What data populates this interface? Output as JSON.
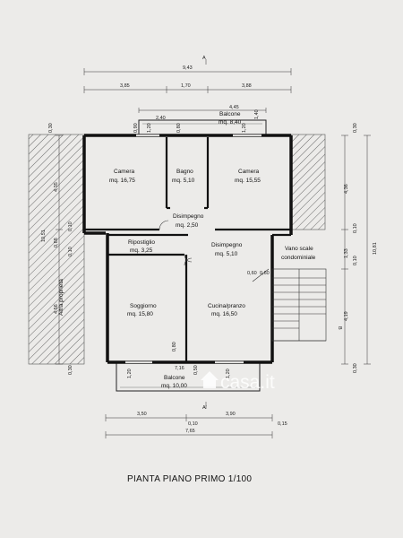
{
  "title": "PIANTA PIANO PRIMO 1/100",
  "section_marks": {
    "a_top": "A",
    "a_bottom": "A'",
    "b_right": "B"
  },
  "rooms": {
    "camera1": {
      "name": "Camera",
      "area": "mq. 16,75"
    },
    "bagno": {
      "name": "Bagno",
      "area": "mq. 5,10"
    },
    "camera2": {
      "name": "Camera",
      "area": "mq. 15,55"
    },
    "disimpegno1": {
      "name": "Disimpegno",
      "area": "mq. 2,50"
    },
    "ripostiglio": {
      "name": "Ripostiglio",
      "area": "mq. 3,25"
    },
    "disimpegno2": {
      "name": "Disimpegno",
      "area": "mq. 5,10"
    },
    "vano_scale": {
      "name": "Vano scale",
      "sub": "condominiale"
    },
    "soggiorno": {
      "name": "Soggiorno",
      "area": "mq. 15,80"
    },
    "cucina": {
      "name": "Cucina/pranzo",
      "area": "mq. 16,50"
    },
    "balcone_top": {
      "name": "Balcone",
      "area": "mq. 8,40"
    },
    "balcone_bottom": {
      "name": "Balcone",
      "area": "mq. 10,00"
    },
    "altra": {
      "name": "Altra proprietà"
    }
  },
  "dimensions": {
    "top_total": "9,43",
    "top_left": "3,85",
    "top_mid": "1,70",
    "top_right": "3,88",
    "balcone_len": "4,45",
    "d240": "2,40",
    "d090a": "0,90",
    "d120a": "1,20",
    "d080a": "0,80",
    "d120b": "1,20",
    "d140": "1,40",
    "left_030a": "0,30",
    "left_435": "4,35",
    "left_010": "0,10",
    "left_1051": "10,51",
    "left_088": "0,88",
    "left_010b": "0,10",
    "left_456": "4,56",
    "left_030b": "0,30",
    "right_030a": "0,30",
    "right_436": "4,36",
    "right_010a": "0,10",
    "right_133": "1,33",
    "right_010b": "0,10",
    "right_1081": "10,81",
    "right_419": "4,19",
    "right_030b": "0,30",
    "mid_080": "0,80",
    "mid_060a": "0,60",
    "mid_060b": "0,60",
    "bot_120a": "1,20",
    "bot_716": "7,16",
    "bot_050": "0,50",
    "bot_120b": "1,20",
    "bot_350": "3,50",
    "bot_390": "3,90",
    "bot_010": "0,10",
    "bot_015": "0,15",
    "bot_765": "7,65"
  },
  "watermark": "casa.it"
}
